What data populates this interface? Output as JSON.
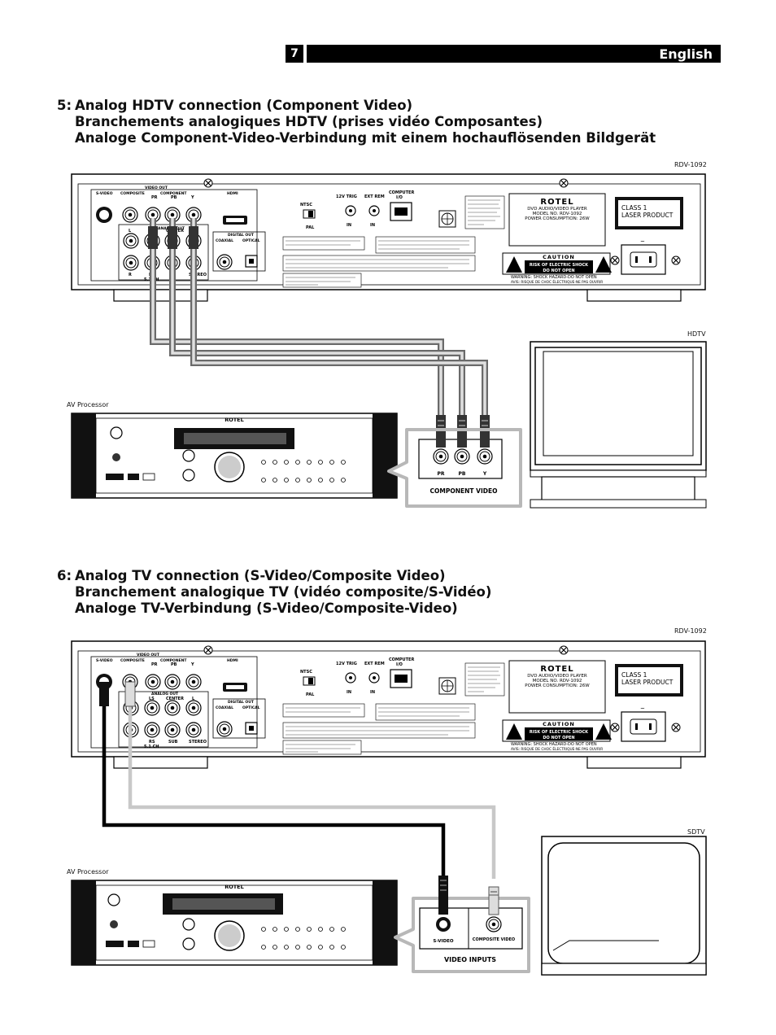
{
  "header": {
    "page_number": "7",
    "language": "English"
  },
  "section5": {
    "number": "5:",
    "lines": [
      "Analog HDTV connection (Component Video)",
      "Branchements analogiques HDTV (prises vidéo Composantes)",
      "Analoge Component-Video-Verbindung mit einem hochauflösenden Bildgerät"
    ],
    "player_label": "RDV-1092",
    "tv_label": "HDTV",
    "processor_label": "AV Processor",
    "inputs_title": "COMPONENT VIDEO",
    "inputs": [
      "PR",
      "PB",
      "Y"
    ]
  },
  "section6": {
    "number": "6:",
    "lines": [
      "Analog TV connection (S-Video/Composite Video)",
      "Branchement analogique TV (vidéo composite/S-Vidéo)",
      "Analoge TV-Verbindung (S-Video/Composite-Video)"
    ],
    "player_label": "RDV-1092",
    "tv_label": "SDTV",
    "processor_label": "AV Processor",
    "inputs_title": "VIDEO INPUTS",
    "inputs": [
      "S-VIDEO",
      "COMPOSITE VIDEO"
    ]
  },
  "player_panel": {
    "video_out": "VIDEO OUT",
    "svideo": "S-VIDEO",
    "composite": "COMPOSITE",
    "component": "COMPONENT",
    "pr": "PR",
    "pb": "PB",
    "y": "Y",
    "hdmi": "HDMI",
    "analog_out": "ANALOG OUT",
    "l": "L",
    "r": "R",
    "ls": "LS",
    "rs": "RS",
    "center": "CENTER",
    "sub": "SUB",
    "stereo": "STEREO",
    "ch51": "5.1 CH",
    "digital_out": "DIGITAL OUT",
    "coaxial": "COAXIAL",
    "optical": "OPTICAL",
    "ntsc": "NTSC",
    "pal": "PAL",
    "trig": "12V TRIG",
    "extrem": "EXT REM",
    "computer": "COMPUTER",
    "io": "I/O",
    "in": "IN",
    "brand": "ROTEL",
    "model_line1": "DVD AUDIO/VIDEO PLAYER",
    "model_line2": "MODEL NO. RDV-1092",
    "model_line3": "POWER CONSUMPTION: 26W",
    "class1_line1": "CLASS 1",
    "class1_line2": "LASER PRODUCT",
    "caution": "CAUTION",
    "risk1": "RISK OF ELECTRIC SHOCK",
    "risk2": "DO NOT OPEN",
    "warning": "WARNING: SHOCK HAZARD-DO NOT OPEN",
    "avis": "AVIS: RISQUE DE CHOC ÉLECTRIQUE-NE PAS OUVRIR"
  },
  "processor_panel": {
    "brand": "ROTEL"
  },
  "colors": {
    "black": "#000000",
    "cable_light": "#bdbdbd",
    "panel_grey": "#dcdcdc"
  }
}
